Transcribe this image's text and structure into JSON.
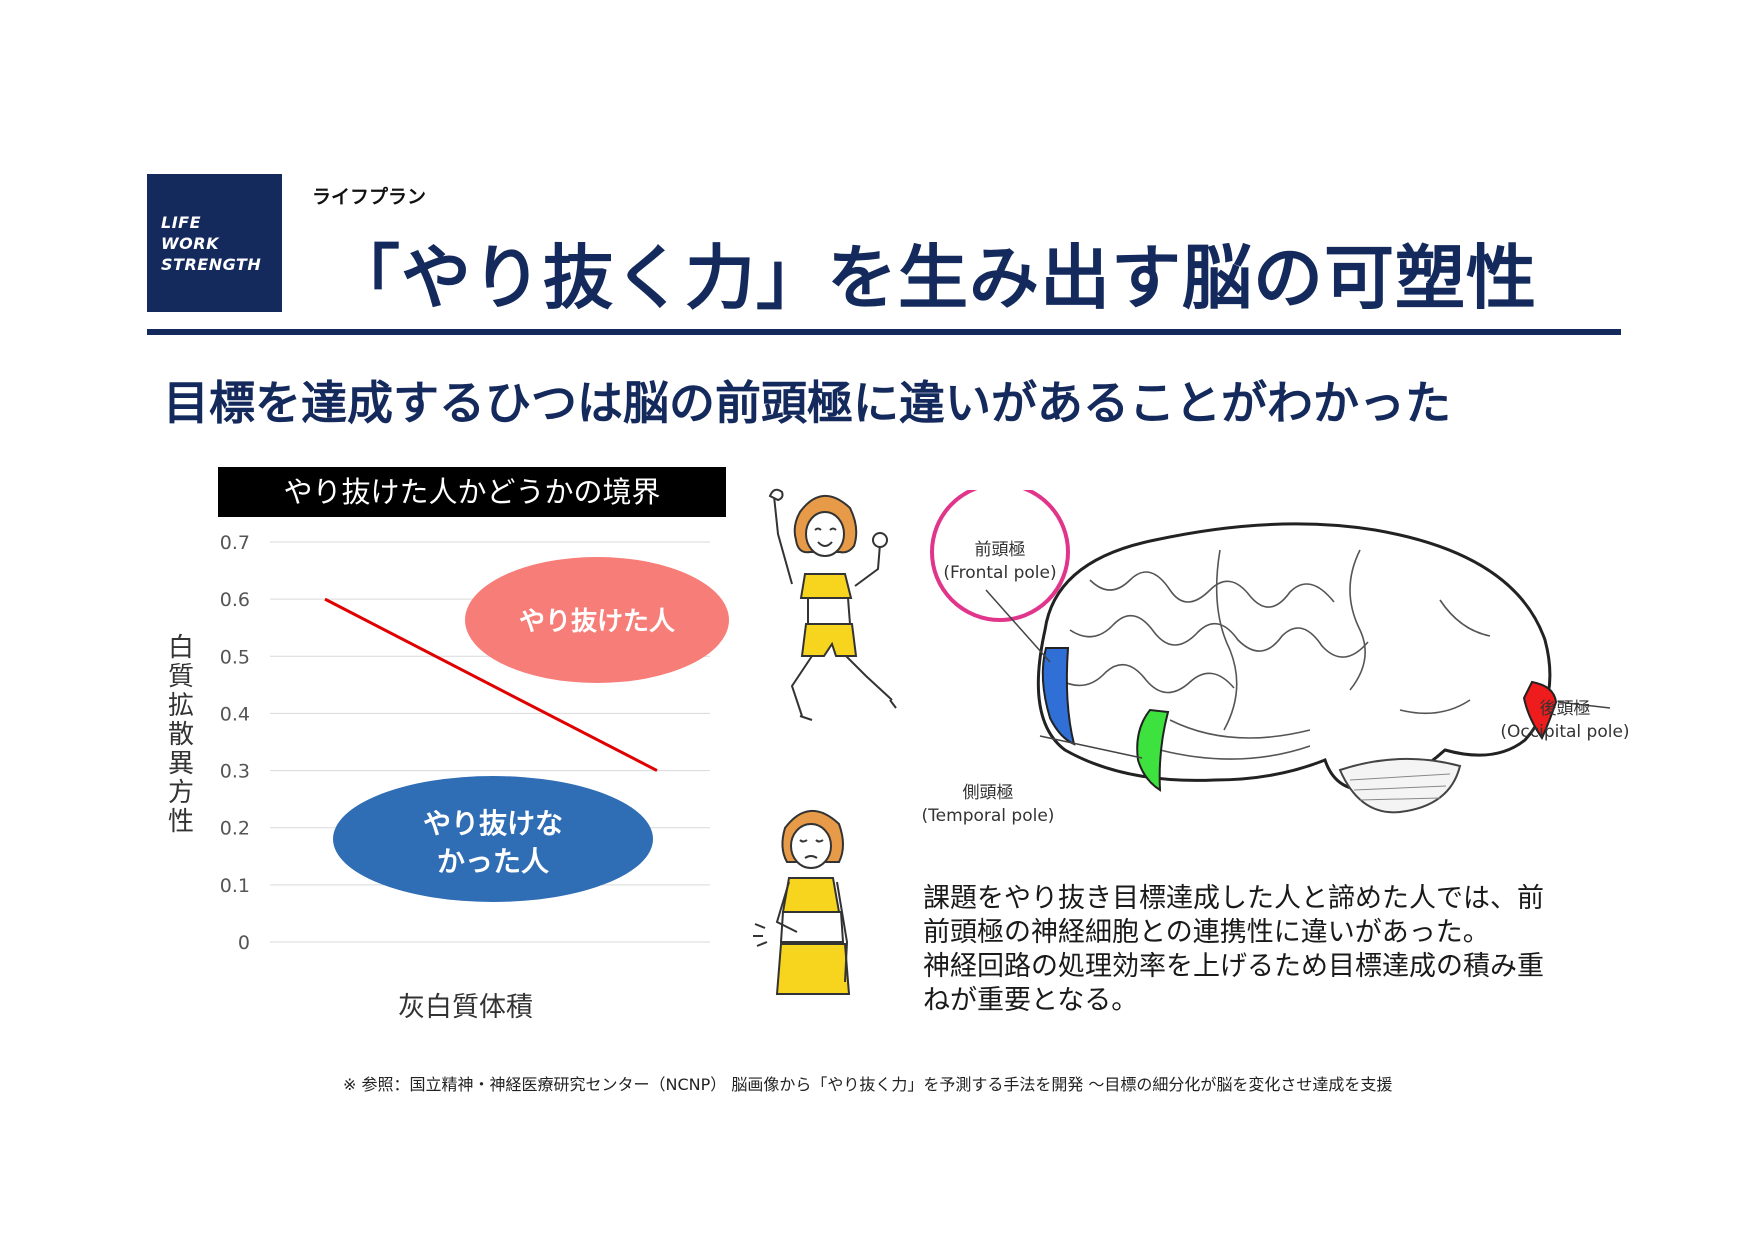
{
  "header": {
    "logo_lines": [
      "LIFE",
      "WORK",
      "STRENGTH"
    ],
    "category": "ライフプラン",
    "title": "「やり抜く力」を生み出す脳の可塑性",
    "subtitle": "目標を達成するひつは脳の前頭極に違いがあることがわかった"
  },
  "chart_data": {
    "type": "line",
    "title": "やり抜けた人かどうかの境界",
    "xlabel": "灰白質体積",
    "ylabel": "白質拡散異方性",
    "ylim": [
      0,
      0.7
    ],
    "yticks": [
      "0",
      "0.1",
      "0.2",
      "0.3",
      "0.4",
      "0.5",
      "0.6",
      "0.7"
    ],
    "series": [
      {
        "x": [
          0,
          1
        ],
        "values": [
          0.6,
          0.3
        ],
        "color": "#e00000"
      }
    ],
    "annotations": [
      {
        "text": "やり抜けた人",
        "color": "#f77d78",
        "x": 0.62,
        "y": 0.57
      },
      {
        "text": "やり抜けな\nかった人",
        "color": "#2f6db5",
        "x": 0.42,
        "y": 0.2
      }
    ],
    "grid": true
  },
  "regions": {
    "upper_label": "やり抜けた人",
    "lower_label_line1": "やり抜けな",
    "lower_label_line2": "かった人"
  },
  "brain": {
    "frontal_label": "前頭極",
    "frontal_label_en": "(Frontal pole)",
    "occipital_label": "後頭極",
    "occipital_label_en": "(Occipital pole)",
    "temporal_label": "側頭極",
    "temporal_label_en": "(Temporal pole)",
    "colors": {
      "frontal": "#2f6fd6",
      "temporal": "#3ee23e",
      "occipital": "#ee1c1c",
      "highlight_circle": "#e0358a"
    }
  },
  "description": [
    "課題をやり抜き目標達成した人と諦めた人では、前",
    "前頭極の神経細胞との連携性に違いがあった。",
    "神経回路の処理効率を上げるため目標達成の積み重",
    "ねが重要となる。"
  ],
  "footnote": "※ 参照：国立精神・神経医療研究センター（NCNP） 脳画像から「やり抜く力」を予測する手法を開発 ～目標の細分化が脳を変化させ達成を支援"
}
